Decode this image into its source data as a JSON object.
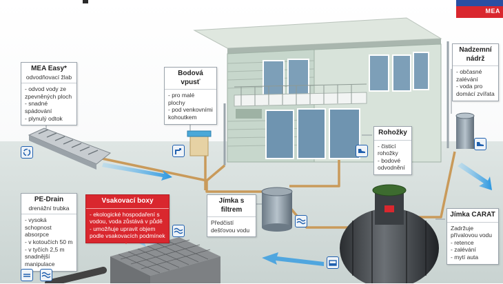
{
  "logo": {
    "text": "MEA"
  },
  "colors": {
    "accent_red": "#d9272e",
    "icon_blue": "#1f5fae",
    "pipe": "#c99a5a",
    "flow_arrow": "#3a9ee0"
  },
  "callouts": {
    "mea_easy": {
      "title": "MEA Easy*",
      "subtitle": "odvodňovací žlab",
      "items": [
        "- odvod vody ze zpevněných ploch",
        "- snadné spádování",
        "- plynulý odtok"
      ]
    },
    "bodova_vpust": {
      "title": "Bodová vpusť",
      "items": [
        "- pro malé plochy",
        "- pod venkovními kohoutkem"
      ]
    },
    "rohozky": {
      "title": "Rohožky",
      "items": [
        "- čisticí rohožky",
        "- bodové odvodnění"
      ]
    },
    "nadzemni_nadrz": {
      "title": "Nadzemní nádrž",
      "items": [
        "- občasné zalévání",
        "- voda pro domácí zvířata"
      ]
    },
    "pe_drain": {
      "title": "PE-Drain",
      "subtitle": "drenážní trubka",
      "items": [
        "- vysoká schopnost absorpce",
        "- v kotoučích 50 m",
        "- v tyčích 2,5 m snadnější manipulace"
      ]
    },
    "vsakovaci_boxy": {
      "title": "Vsakovací boxy",
      "items": [
        "- ekologické hospodaření s vodou, voda zůstává v půdě",
        "- umožňuje upravit objem podle vsakovacích podmínek"
      ]
    },
    "jimka_filtr": {
      "title": "Jímka s filtrem",
      "items": [
        "Předčistí dešťovou vodu"
      ]
    },
    "jimka_carat": {
      "title": "Jímka CARAT",
      "items": [
        "Zadržuje přívalovou vodu",
        "- retence",
        "- zalévání",
        "- mytí auta"
      ]
    }
  }
}
